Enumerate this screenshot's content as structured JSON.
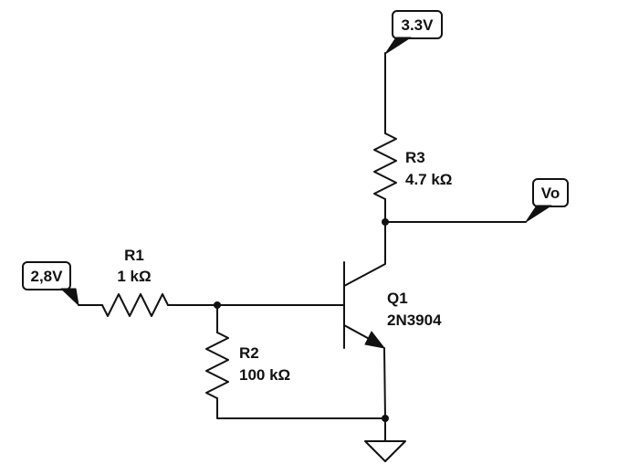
{
  "nets": {
    "vcc": "3.3V",
    "vin": "2,8V",
    "vout": "Vo"
  },
  "components": {
    "r1": {
      "ref": "R1",
      "value": "1 kΩ"
    },
    "r2": {
      "ref": "R2",
      "value": "100 kΩ"
    },
    "r3": {
      "ref": "R3",
      "value": "4.7 kΩ"
    },
    "q1": {
      "ref": "Q1",
      "part": "2N3904"
    }
  }
}
